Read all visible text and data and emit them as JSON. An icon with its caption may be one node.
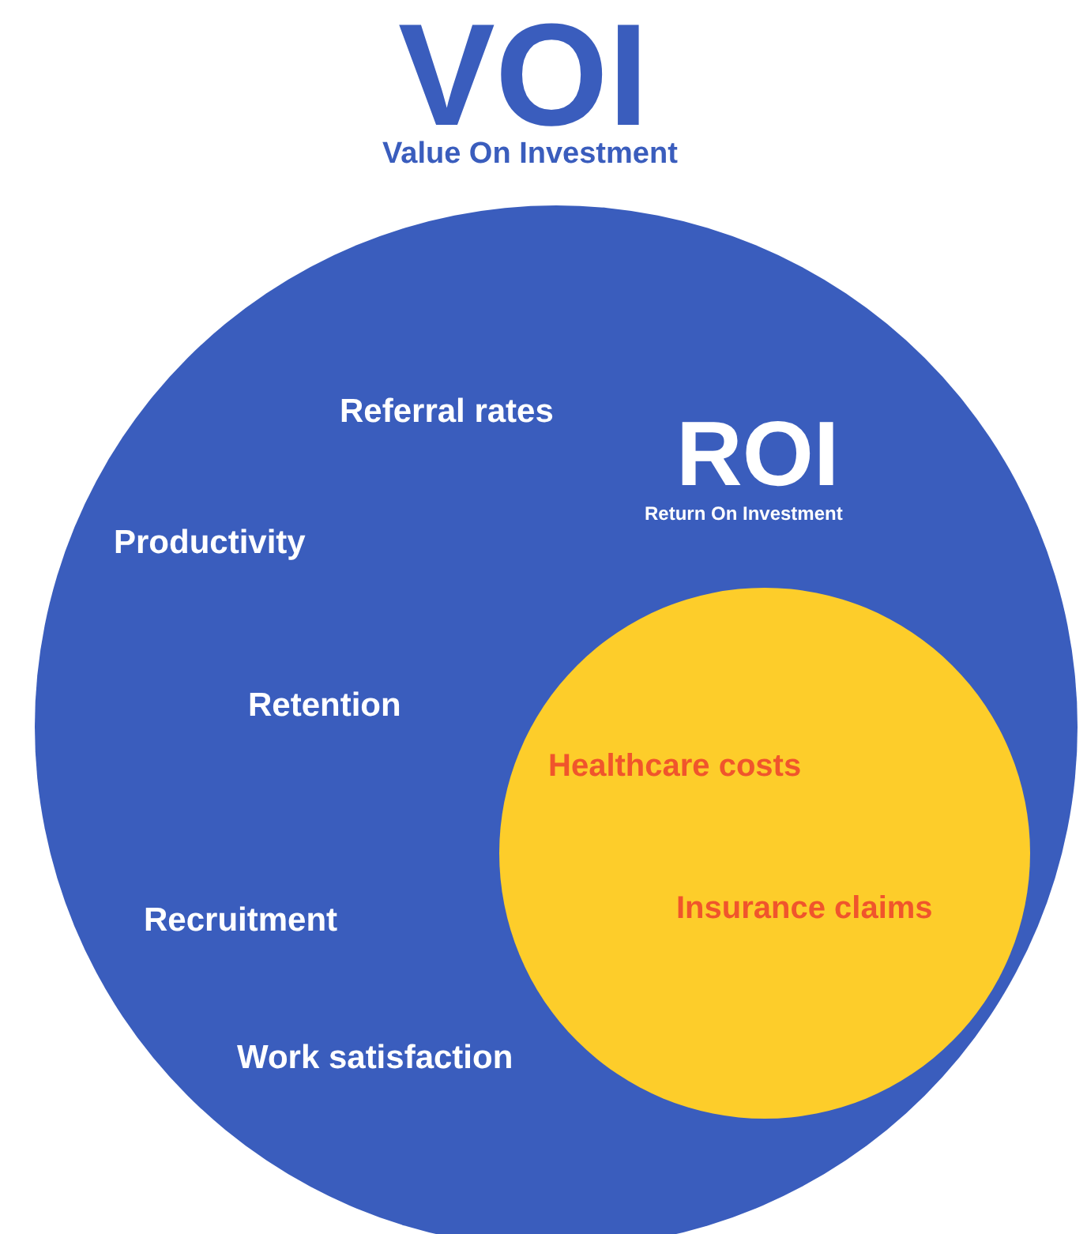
{
  "diagram": {
    "nodes": [
      {
        "text": [
          "VOI",
          "Value On Investment",
          "Referral rates",
          "Productivity",
          "Retention",
          "Recruitment",
          "Work satisfaction"
        ]
      },
      {
        "text": [
          "ROI",
          "Return On Investment",
          "Healthcare costs",
          "Insurance claims"
        ],
        "in": 0
      }
    ]
  }
}
